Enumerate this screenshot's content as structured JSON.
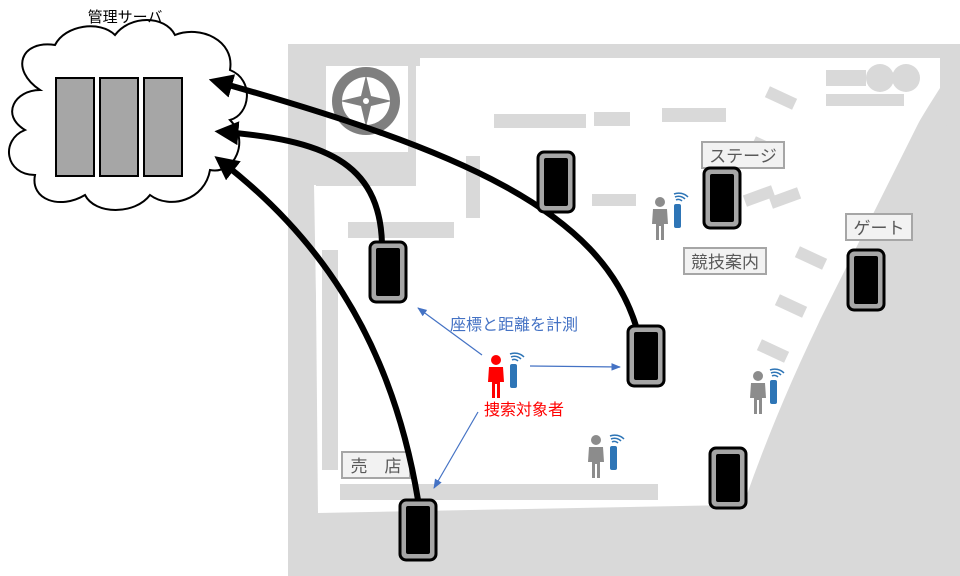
{
  "server": {
    "label": "管理サーバ"
  },
  "map": {
    "stage_label": "ステージ",
    "gate_label": "ゲート",
    "info_label": "競技案内",
    "shop_label": "売　店"
  },
  "measure": {
    "label": "座標と距離を計測"
  },
  "target": {
    "label": "捜索対象者"
  },
  "colors": {
    "target_person": "#ff0000",
    "other_person": "#8c8c8c",
    "tag": "#2e75b6",
    "measure_arrow": "#4472c4",
    "road": "#d9d9d9",
    "map_border": "#d9d9d9",
    "receiver": "#000000"
  },
  "icons": {
    "server": "server-rack-icon",
    "compass": "compass-icon",
    "receiver": "smartphone-receiver-icon",
    "person": "person-with-tag-icon"
  }
}
